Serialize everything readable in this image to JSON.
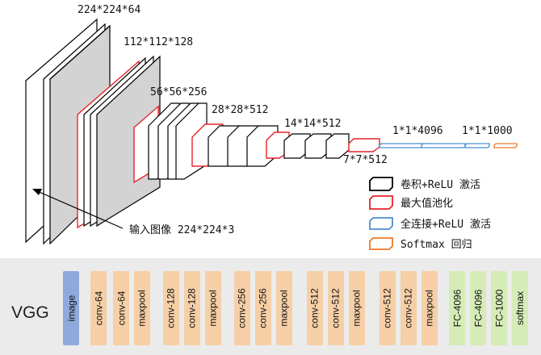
{
  "labels": {
    "input": "224*224*64",
    "pool1": "112*112*128",
    "pool2": "56*56*256",
    "pool3": "28*28*512",
    "pool4": "14*14*512",
    "pool5": "7*7*512",
    "fc1": "1*1*4096",
    "fc3": "1*1*1000",
    "input_caption": "输入图像 224*224*3"
  },
  "legend": [
    {
      "label": "卷积+ReLU 激活",
      "color": "#000000"
    },
    {
      "label": "最大值池化",
      "color": "#e8232b"
    },
    {
      "label": "全连接+ReLU 激活",
      "color": "#4a8fd4"
    },
    {
      "label": "Softmax 回归",
      "color": "#ef7a28"
    }
  ],
  "table": {
    "title": "VGG",
    "layers": [
      "image",
      "conv-64",
      "conv-64",
      "maxpool",
      "conv-128",
      "conv-128",
      "maxpool",
      "conv-256",
      "conv-256",
      "maxpool",
      "conv-512",
      "conv-512",
      "maxpool",
      "conv-512",
      "conv-512",
      "maxpool",
      "FC-4096",
      "FC-4096",
      "FC-1000",
      "softmax"
    ],
    "colors": {
      "image": "#8fa9dc",
      "conv": "#f6cfa6",
      "fc": "#d5ecb6"
    }
  }
}
